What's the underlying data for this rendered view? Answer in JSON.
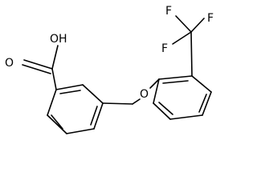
{
  "molecule": {
    "atom_labels": {
      "oh": "OH",
      "carbonyl_o": "O",
      "ether_o": "O",
      "f_left": "F",
      "f_right": "F",
      "f_bottom": "F"
    },
    "colors": {
      "bond": "#000000",
      "label": "#000000",
      "background": "#ffffff"
    }
  }
}
